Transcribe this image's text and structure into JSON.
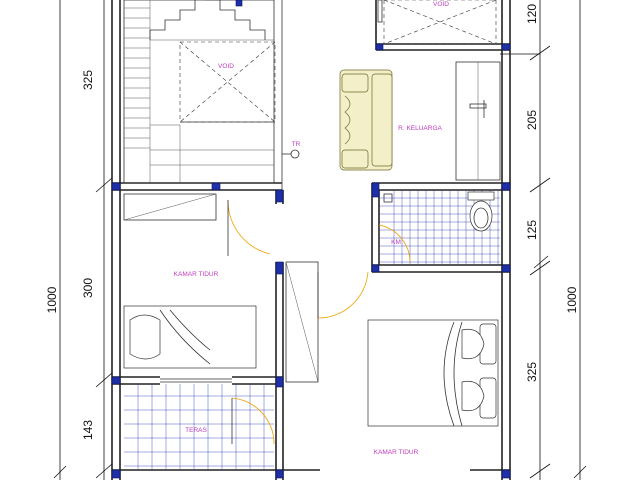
{
  "rooms": {
    "void_top": "VOID",
    "void_stair": "VOID",
    "family_room": "R. KELUARGA",
    "tr_marker": "TR",
    "bathroom": "KM",
    "bedroom_left": "KAMAR TIDUR",
    "bedroom_right": "KAMAR TIDUR",
    "terrace": "TERAS"
  },
  "dimensions": {
    "left_325": "325",
    "left_300": "300",
    "left_143": "143",
    "left_total": "1000",
    "right_120": "120",
    "right_205": "205",
    "right_125": "125",
    "right_325": "325",
    "right_total": "1000"
  },
  "colors": {
    "room_label": "#c03cc0",
    "column": "#1f2fa8",
    "tile": "#1f2fa8",
    "door_swing": "#f0a000"
  }
}
